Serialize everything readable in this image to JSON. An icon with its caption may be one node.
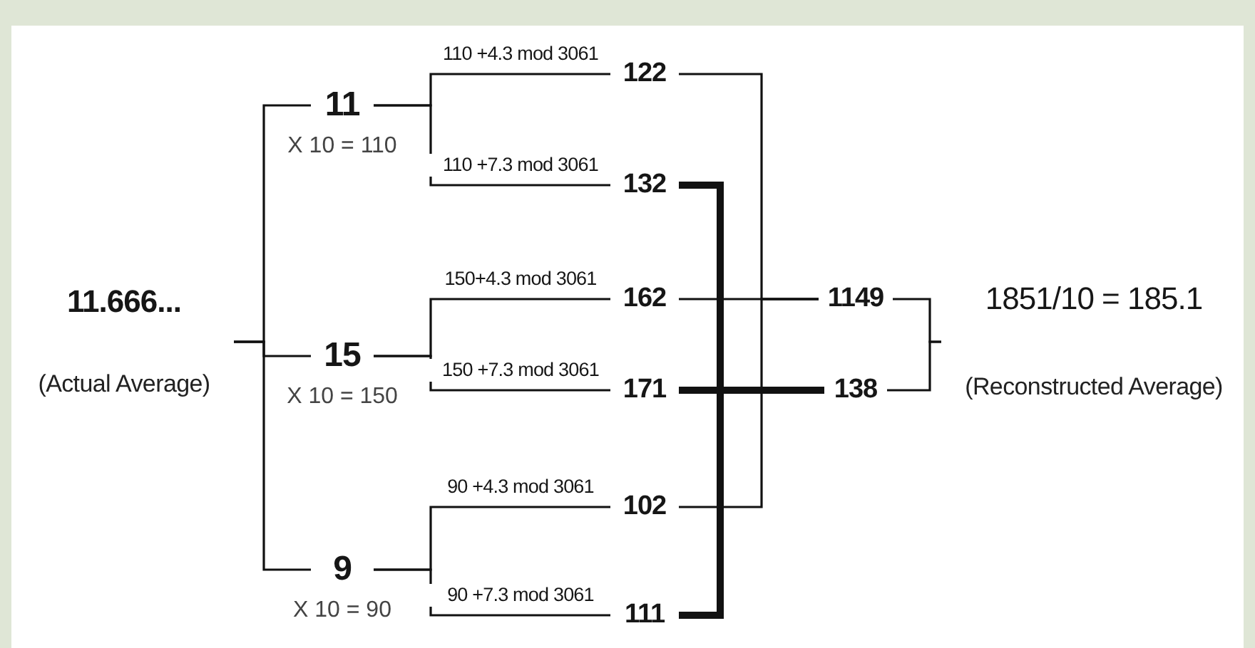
{
  "diagram": {
    "nodes": [
      {
        "text": [
          "11.666...",
          "(Actual Average)"
        ]
      },
      {
        "text": [
          "11"
        ],
        "beside": [
          "X 10 = 110"
        ]
      },
      {
        "text": [
          "15"
        ],
        "beside": [
          "X 10 = 150"
        ]
      },
      {
        "text": [
          "9"
        ],
        "beside": [
          "X 10 = 90"
        ]
      },
      {
        "text": [
          "122"
        ]
      },
      {
        "text": [
          "132"
        ]
      },
      {
        "text": [
          "162"
        ]
      },
      {
        "text": [
          "171"
        ]
      },
      {
        "text": [
          "102"
        ]
      },
      {
        "text": [
          "111"
        ]
      },
      {
        "text": [
          "1149"
        ]
      },
      {
        "text": [
          "138"
        ]
      },
      {
        "text": [
          "1851/10 = 185.1",
          "(Reconstructed Average)"
        ]
      }
    ],
    "edges": [
      {
        "from": 0,
        "to": 1,
        "arrow": "none"
      },
      {
        "from": 0,
        "to": 2,
        "arrow": "none"
      },
      {
        "from": 0,
        "to": 3,
        "arrow": "none"
      },
      {
        "from": 1,
        "to": 4,
        "arrow": "none",
        "label": "110 +4.3 mod 3061"
      },
      {
        "from": 1,
        "to": 5,
        "arrow": "none",
        "label": "110 +7.3 mod 3061"
      },
      {
        "from": 2,
        "to": 6,
        "arrow": "none",
        "label": "150+4.3 mod 3061"
      },
      {
        "from": 2,
        "to": 7,
        "arrow": "none",
        "label": "150 +7.3 mod 3061"
      },
      {
        "from": 3,
        "to": 8,
        "arrow": "none",
        "label": "90 +4.3 mod 3061"
      },
      {
        "from": 3,
        "to": 9,
        "arrow": "none",
        "label": "90 +7.3 mod 3061"
      },
      {
        "from": 4,
        "to": 10,
        "arrow": "none"
      },
      {
        "from": 6,
        "to": 10,
        "arrow": "none"
      },
      {
        "from": 8,
        "to": 10,
        "arrow": "none"
      },
      {
        "from": 5,
        "to": 11,
        "arrow": "none",
        "style": "thick"
      },
      {
        "from": 7,
        "to": 11,
        "arrow": "none",
        "style": "thick"
      },
      {
        "from": 9,
        "to": 11,
        "arrow": "none",
        "style": "thick"
      },
      {
        "from": 10,
        "to": 12,
        "arrow": "none"
      },
      {
        "from": 11,
        "to": 12,
        "arrow": "none"
      }
    ]
  }
}
